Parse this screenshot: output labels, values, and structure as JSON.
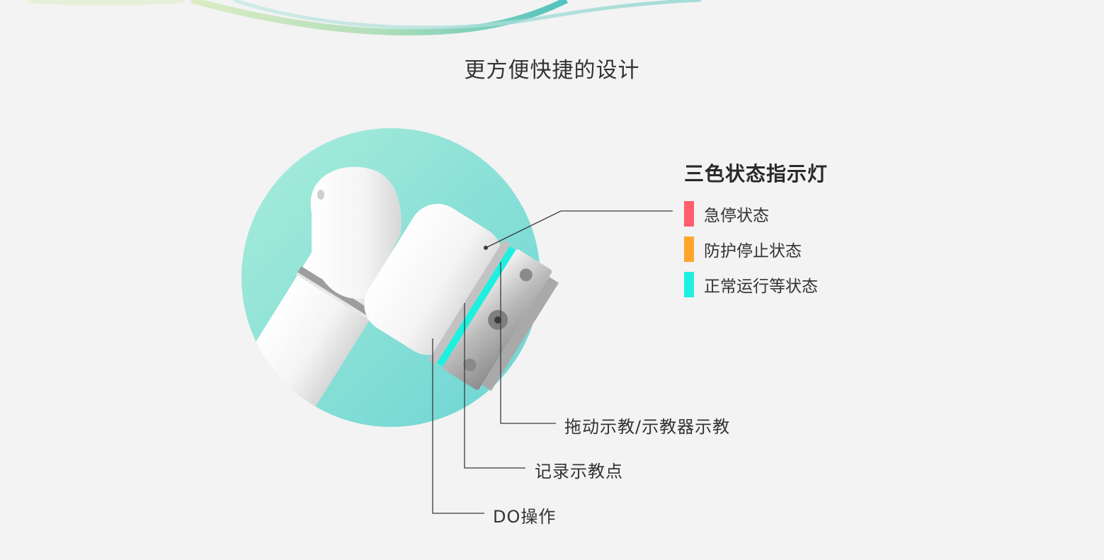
{
  "page": {
    "title": "更方便快捷的设计"
  },
  "legend": {
    "title": "三色状态指示灯",
    "items": [
      {
        "label": "急停状态",
        "color": "#ff5f6c"
      },
      {
        "label": "防护停止状态",
        "color": "#ffa52e"
      },
      {
        "label": "正常运行等状态",
        "color": "#1ef0e0"
      }
    ]
  },
  "callouts": {
    "drag_teach": "拖动示教/示教器示教",
    "record_point": "记录示教点",
    "do_operation": "DO操作"
  },
  "colors": {
    "background": "#f3f3f3",
    "circle_light": "#a8ecd8",
    "circle_dark": "#6cd6d4",
    "led_ring": "#1ef0e0"
  }
}
